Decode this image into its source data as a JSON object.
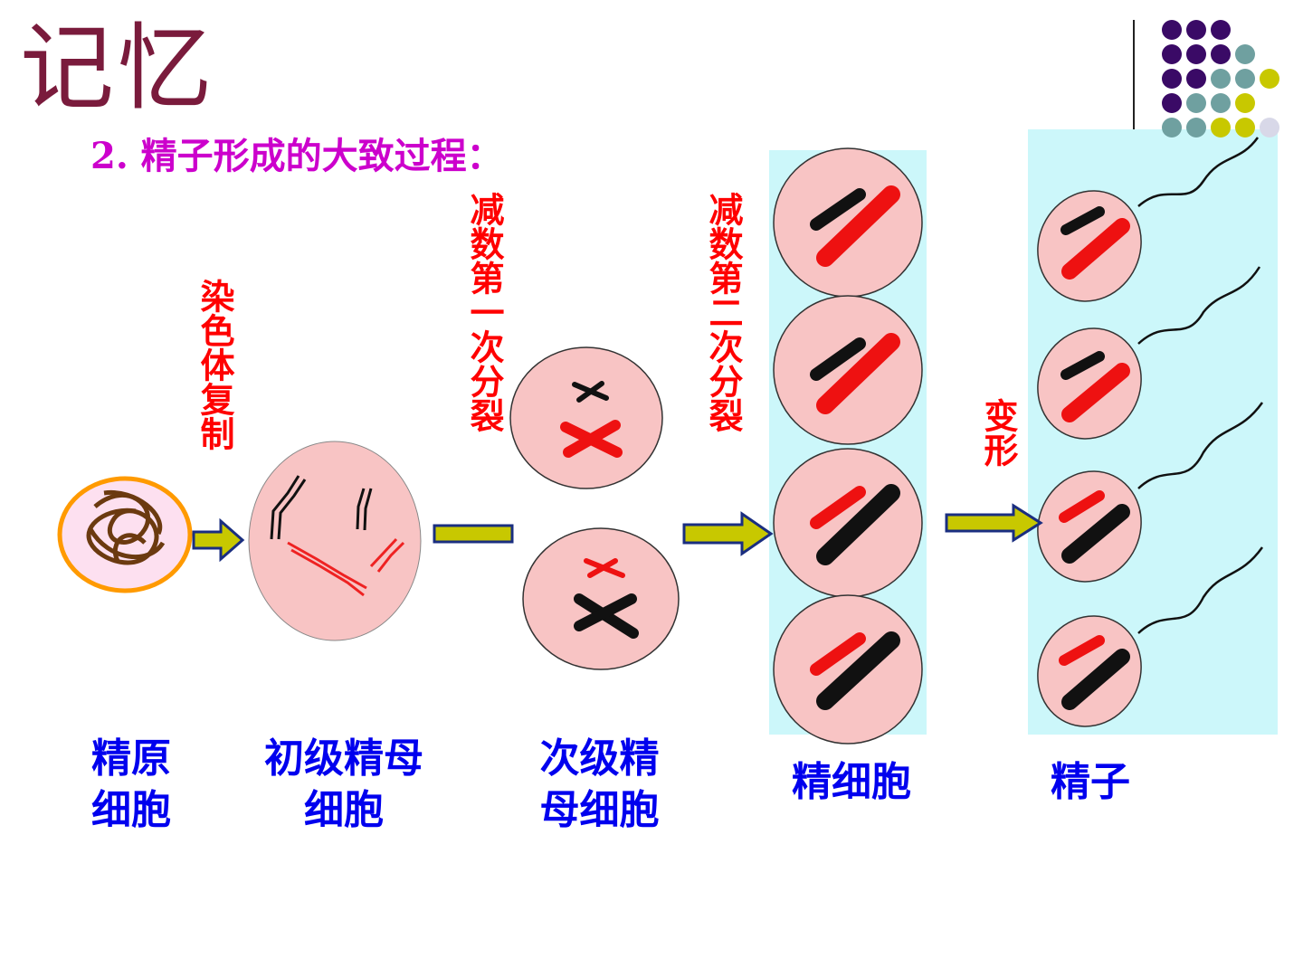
{
  "title": "记忆",
  "subtitle": "2. 精子形成的大致过程：",
  "process_labels": {
    "replication": "染色体复制",
    "meiosis_1": "减数第一次分裂",
    "meiosis_2": "减数第二次分裂",
    "transformation": "变形"
  },
  "stages": {
    "spermatogonium": [
      "精原",
      "细胞"
    ],
    "primary_spermatocyte": [
      "初级精母",
      "细胞"
    ],
    "secondary_spermatocyte": [
      "次级精",
      "母细胞"
    ],
    "spermatid": [
      "精细胞"
    ],
    "sperm": [
      "精子"
    ]
  },
  "colors": {
    "title": "#7a1b3c",
    "subtitle": "#cc00cc",
    "process_label": "#ff0000",
    "stage_label": "#0000ee",
    "cell_fill": "#f8c4c4",
    "panel_bg": "#ccf7fa",
    "arrow_fill": "#c8c800",
    "arrow_stroke": "#1a2e80",
    "dots": [
      "#3a0a66",
      "#6fa0a0",
      "#c8c800",
      "#d8d8e8"
    ]
  }
}
